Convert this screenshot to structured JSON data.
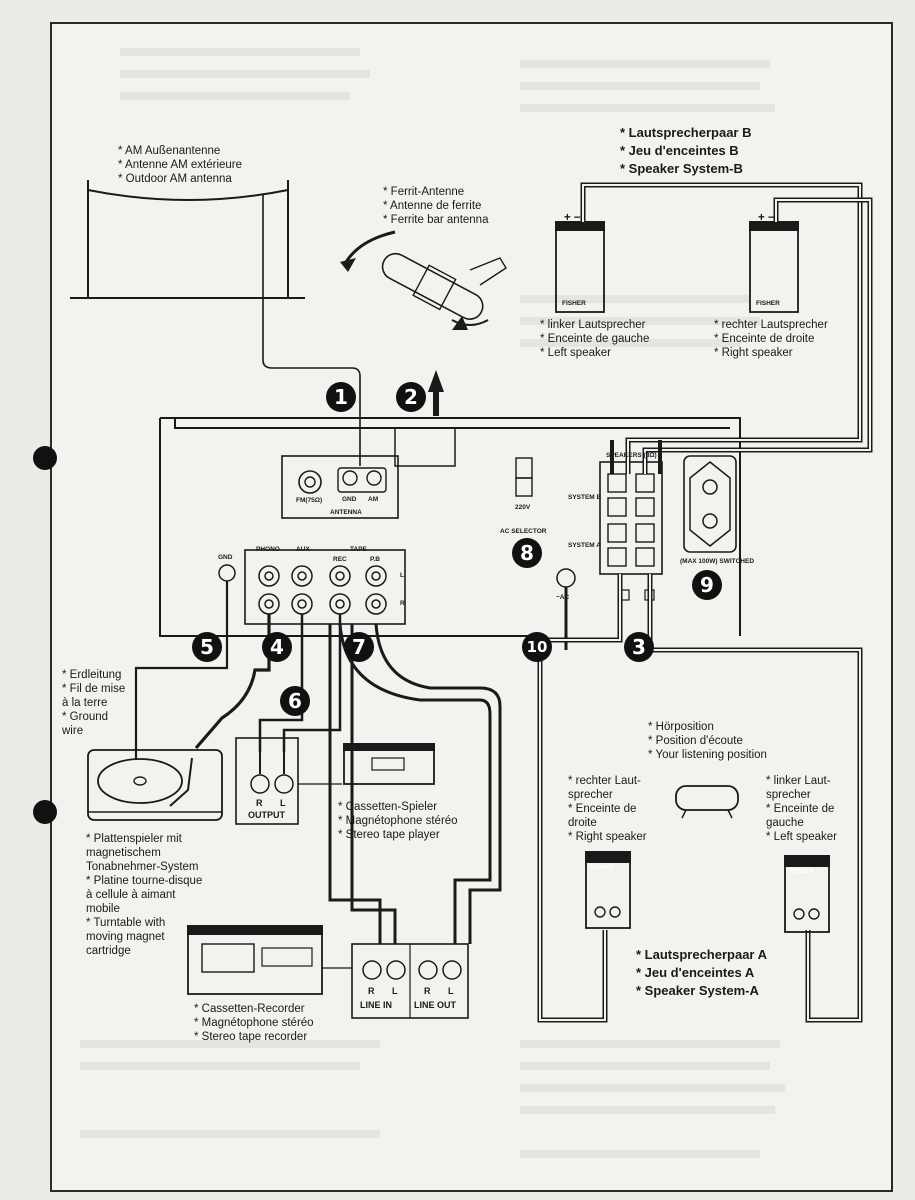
{
  "antenna_am": {
    "lines": [
      "* AM Außenantenne",
      "* Antenne AM extérieure",
      "* Outdoor AM antenna"
    ]
  },
  "antenna_ferrite": {
    "lines": [
      "* Ferrit-Antenne",
      "* Antenne de ferrite",
      "* Ferrite bar antenna"
    ]
  },
  "speakers_b": {
    "lines": [
      "* Lautsprecherpaar B",
      "* Jeu d'enceintes B",
      "* Speaker System-B"
    ]
  },
  "speaker_left_top": {
    "lines": [
      "* linker Lautsprecher",
      "* Enceinte de gauche",
      "* Left speaker"
    ]
  },
  "speaker_right_top": {
    "lines": [
      "* rechter Lautsprecher",
      "* Enceinte de droite",
      "* Right speaker"
    ]
  },
  "speaker_brand": "FISHER",
  "polarity": {
    "plus": "+",
    "minus": "−"
  },
  "panel": {
    "fm_label": "FM(75Ω)",
    "gnd": "GND",
    "am": "AM",
    "antenna": "ANTENNA",
    "speakers": "SPEAKERS (8Ω)",
    "system_a": "SYSTEM A",
    "system_b": "SYSTEM B",
    "voltage": "220V",
    "ac_selector": "AC SELECTOR",
    "ac": "~AC",
    "switched": "(MAX 100W) SWITCHED",
    "phono": "PHONO",
    "aux": "AUX",
    "tape": "TAPE",
    "rec": "REC",
    "pb": "P.B",
    "ground": "GND",
    "ch_l": "L",
    "ch_r": "R"
  },
  "ground_wire": {
    "lines": [
      "* Erdleitung",
      "* Fil de mise",
      "  à la terre",
      "* Ground",
      "  wire"
    ]
  },
  "turntable": {
    "lines": [
      "* Plattenspieler mit",
      "  magnetischem",
      "  Tonabnehmer-System",
      "* Platine tourne-disque",
      "  à cellule à aimant",
      "  mobile",
      "* Turntable with",
      "  moving magnet",
      "  cartridge"
    ]
  },
  "tape_player": {
    "lines": [
      "* Cassetten-Spieler",
      "* Magnétophone stéréo",
      "* Stereo tape player"
    ]
  },
  "tape_recorder": {
    "lines": [
      "* Cassetten-Recorder",
      "* Magnétophone stéréo",
      "* Stereo tape recorder"
    ]
  },
  "output": {
    "r": "R",
    "l": "L",
    "label": "OUTPUT"
  },
  "line_in": {
    "r": "R",
    "l": "L",
    "label": "LINE IN"
  },
  "line_out": {
    "r": "R",
    "l": "L",
    "label": "LINE OUT"
  },
  "listening": {
    "lines": [
      "* Hörposition",
      "* Position d'écoute",
      "* Your listening position"
    ]
  },
  "speaker_right_bottom": {
    "lines": [
      "* rechter Laut-",
      "  sprecher",
      "* Enceinte de",
      "  droite",
      "* Right speaker"
    ]
  },
  "speaker_left_bottom": {
    "lines": [
      "* linker Laut-",
      "  sprecher",
      "* Enceinte de",
      "  gauche",
      "* Left speaker"
    ]
  },
  "speakers_a": {
    "lines": [
      "* Lautsprecherpaar A",
      "* Jeu d'enceintes A",
      "* Speaker System-A"
    ]
  },
  "markers": [
    "1",
    "2",
    "3",
    "4",
    "5",
    "6",
    "7",
    "8",
    "9",
    "10"
  ]
}
